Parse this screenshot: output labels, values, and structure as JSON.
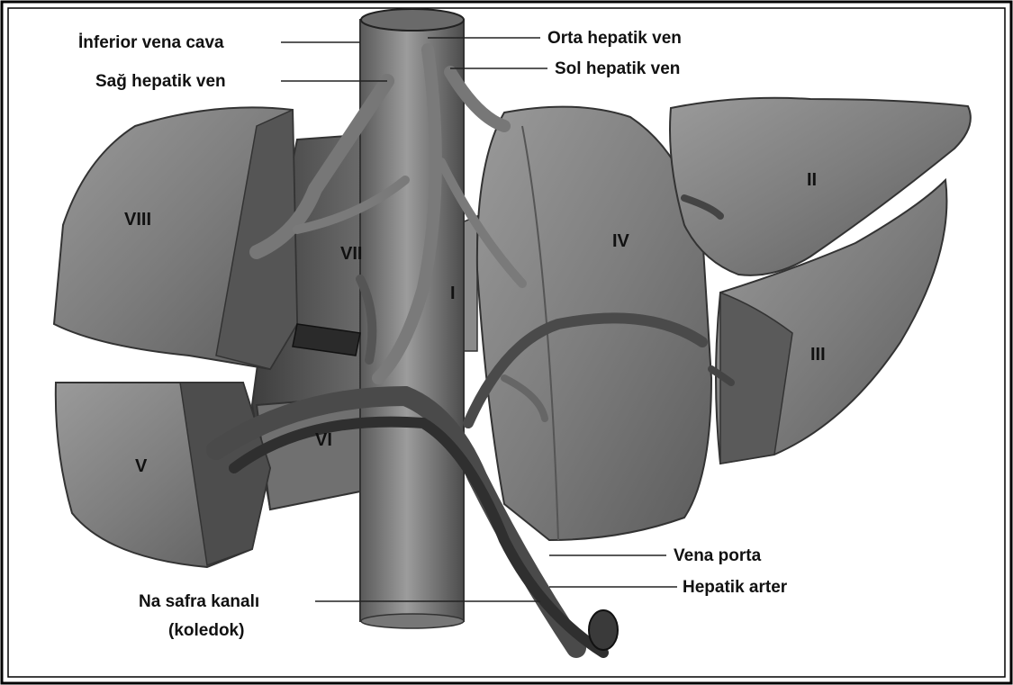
{
  "labels": {
    "ivc": "İnferior vena cava",
    "right_hepatic_vein": "Sağ hepatik ven",
    "middle_hepatic_vein": "Orta  hepatik ven",
    "left_hepatic_vein": "Sol hepatik ven",
    "portal_vein": "Vena porta",
    "hepatic_artery": "Hepatik arter",
    "common_bile_duct_line1": "Na safra kanalı",
    "common_bile_duct_line2": "(koledok)"
  },
  "segments": {
    "s1": "I",
    "s2": "II",
    "s3": "III",
    "s4": "IV",
    "s5": "V",
    "s6": "VI",
    "s7": "VII",
    "s8": "VIII"
  }
}
